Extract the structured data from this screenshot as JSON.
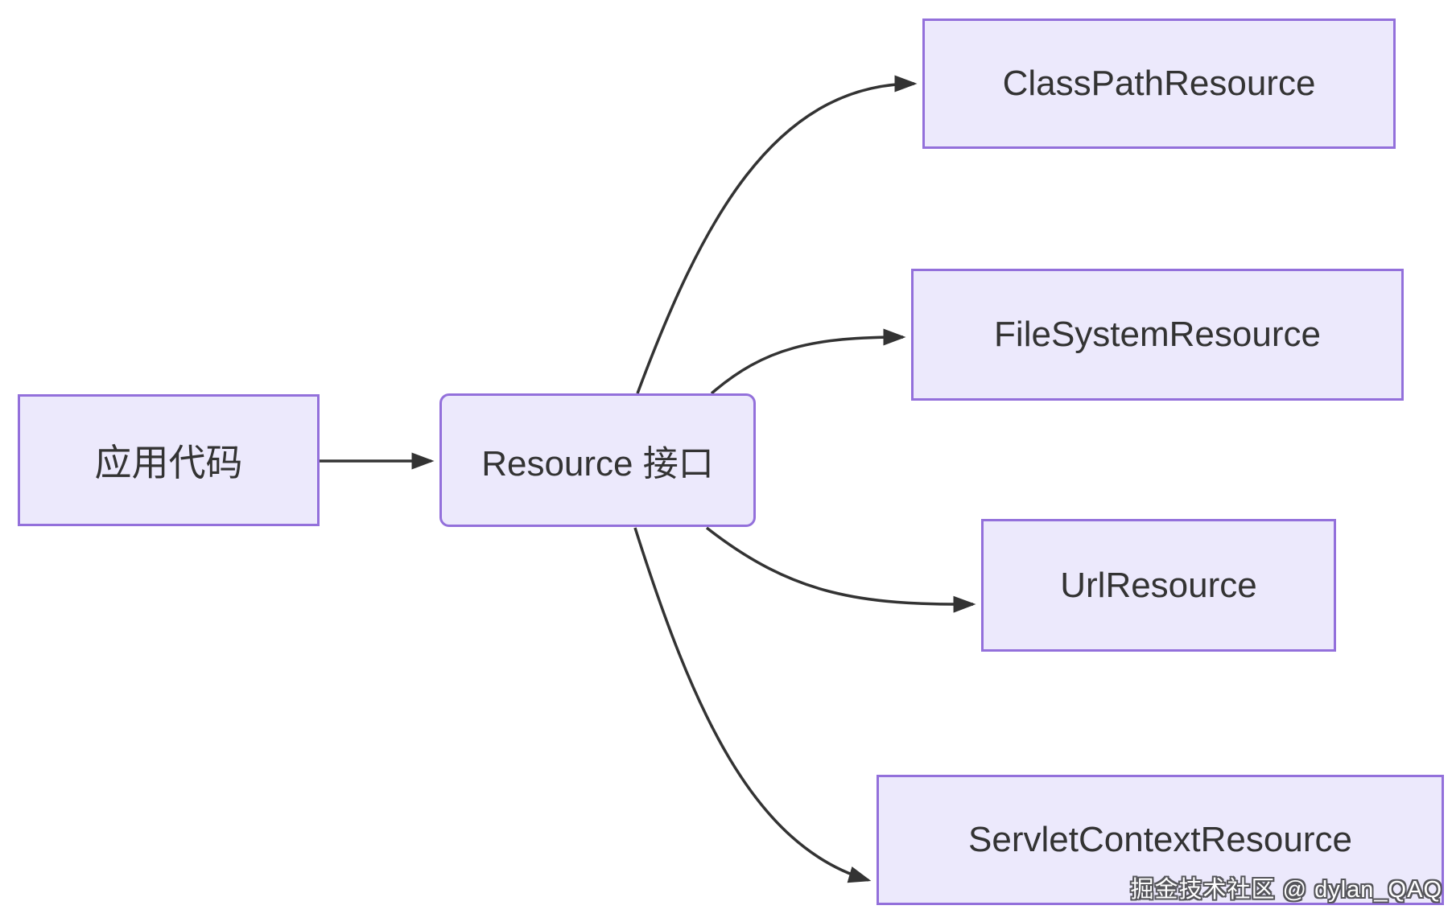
{
  "diagram": {
    "type": "flowchart",
    "nodes": {
      "app_code": {
        "label": "应用代码",
        "shape": "rect"
      },
      "resource_interface": {
        "label": "Resource 接口",
        "shape": "rounded-rect"
      },
      "classpath": {
        "label": "ClassPathResource",
        "shape": "rect"
      },
      "filesystem": {
        "label": "FileSystemResource",
        "shape": "rect"
      },
      "url": {
        "label": "UrlResource",
        "shape": "rect"
      },
      "servlet": {
        "label": "ServletContextResource",
        "shape": "rect"
      }
    },
    "edges": [
      {
        "from": "app_code",
        "to": "resource_interface"
      },
      {
        "from": "resource_interface",
        "to": "classpath"
      },
      {
        "from": "resource_interface",
        "to": "filesystem"
      },
      {
        "from": "resource_interface",
        "to": "url"
      },
      {
        "from": "resource_interface",
        "to": "servlet"
      }
    ],
    "watermark": "掘金技术社区 @ dylan_QAQ",
    "colors": {
      "background": "#FFFFFF",
      "node_fill": "#ECE9FC",
      "node_border": "#9370DB",
      "edge_stroke": "#333333",
      "node_text": "#333333",
      "watermark_text": "#FFFFFF"
    }
  }
}
